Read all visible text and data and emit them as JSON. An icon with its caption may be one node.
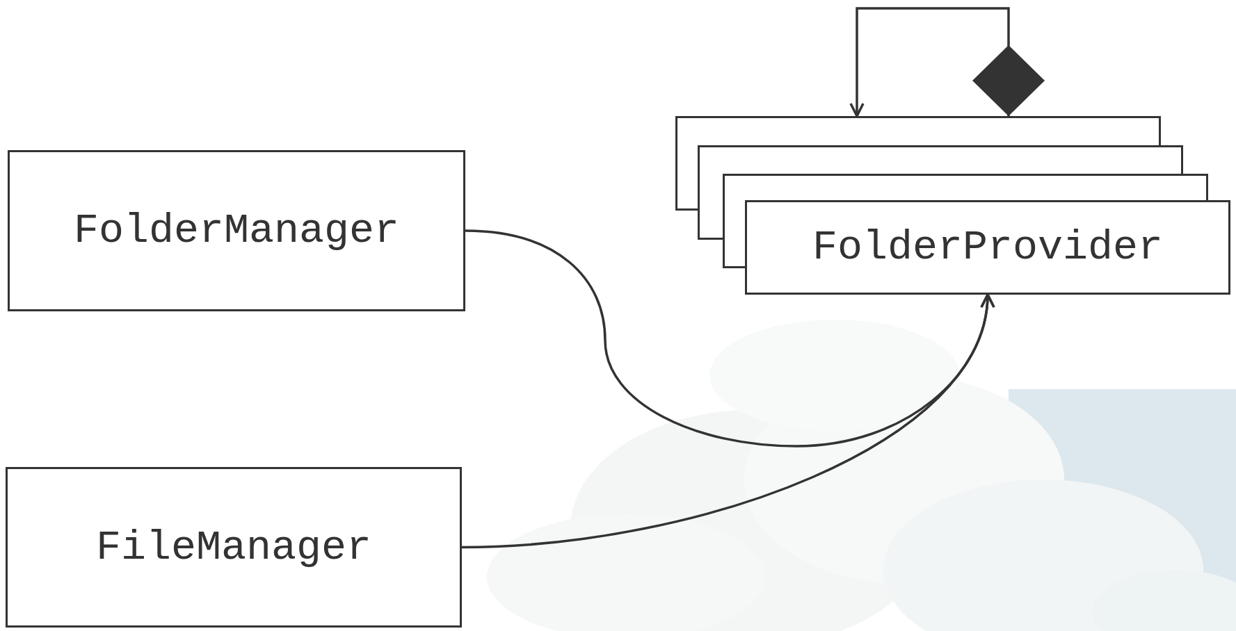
{
  "diagram": {
    "nodes": [
      {
        "text": [
          "FolderManager"
        ]
      },
      {
        "text": [
          "FileManager"
        ]
      },
      {
        "text": [
          "FolderProvider"
        ]
      }
    ],
    "edges": [
      {
        "from": 0,
        "to": 2,
        "arrow": "to"
      },
      {
        "from": 1,
        "to": 2,
        "arrow": "to"
      },
      {
        "from": 2,
        "to": 2,
        "arrow": "to"
      }
    ]
  }
}
